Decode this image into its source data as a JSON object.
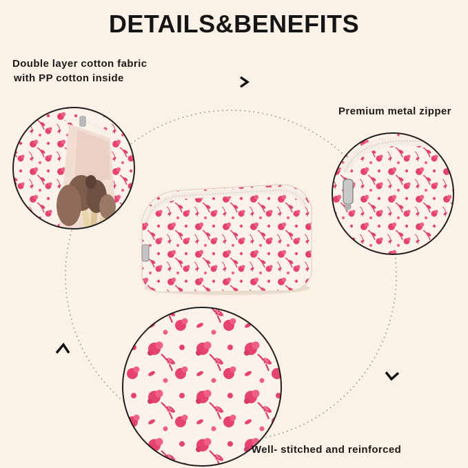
{
  "title": "DETAILS&BENEFITS",
  "captions": {
    "fabric": [
      "Double layer cotton fabric",
      "with PP cotton inside"
    ],
    "zipper": "Premium metal zipper",
    "stitching": "Well- stitched and reinforced"
  },
  "colors": {
    "background": "#fbf1e6",
    "cream": "#fbf3ea",
    "pink": "#e6436f",
    "text": "#151515"
  },
  "icons": [
    "chevron-right-icon",
    "chevron-down-icon",
    "chevron-up-icon"
  ]
}
